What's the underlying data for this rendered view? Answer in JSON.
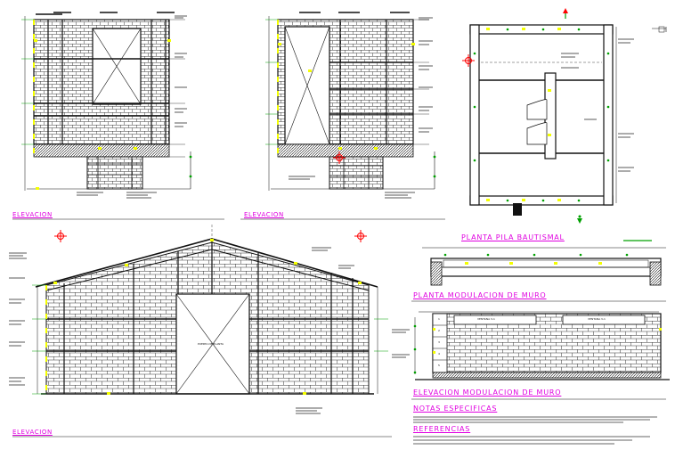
{
  "titles": {
    "elev1": "ELEVACION",
    "elev2": "ELEVACION",
    "elev3": "ELEVACION",
    "planta_pila": "PLANTA PILA BAUTISMAL",
    "planta_mod": "PLANTA MODULACION DE MURO",
    "elev_mod": "ELEVACION MODULACION DE MURO",
    "notas": "NOTAS ESPECIFICAS",
    "referencias": "REFERENCIAS"
  },
  "labels": {
    "door_gable": "PUERTA DE PLANTA",
    "window1": "VENTANA V-1",
    "window2": "VENTANA V-1",
    "row_numbers": [
      "1",
      "2",
      "3",
      "4",
      "5"
    ]
  },
  "colors": {
    "title": "#e000e0",
    "structure": "#1a1a1a",
    "marker": "#f4ff00",
    "axis": "#ff0000",
    "dim": "#00a000"
  }
}
